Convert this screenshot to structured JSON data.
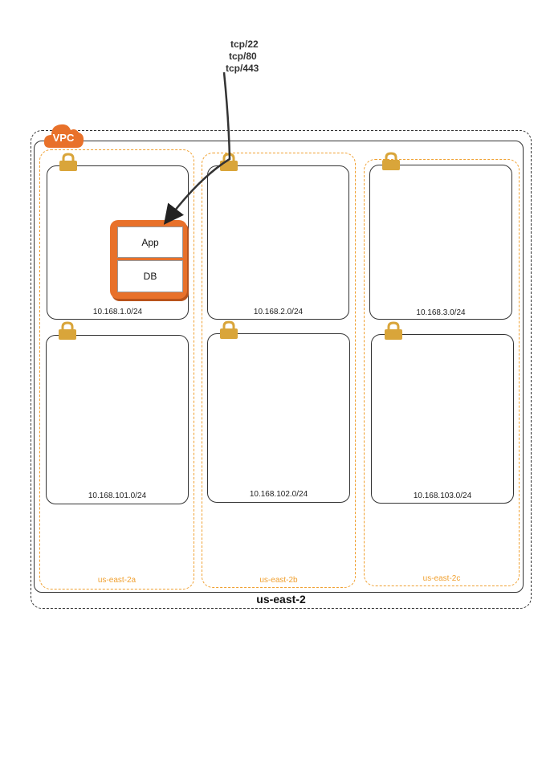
{
  "ports": [
    "tcp/22",
    "tcp/80",
    "tcp/443"
  ],
  "vpc": {
    "label": "VPC"
  },
  "region": {
    "label": "us-east-2"
  },
  "azs": [
    "us-east-2a",
    "us-east-2b",
    "us-east-2c"
  ],
  "subnets": {
    "a_top": "10.168.1.0/24",
    "b_top": "10.168.2.0/24",
    "c_top": "10.168.3.0/24",
    "a_bottom": "10.168.101.0/24",
    "b_bottom": "10.168.102.0/24",
    "c_bottom": "10.168.103.0/24"
  },
  "instance": {
    "app": "App",
    "db": "DB"
  },
  "colors": {
    "aws_orange": "#e8712a",
    "lock_gold": "#d9a53a",
    "az_border": "#f0a030"
  }
}
